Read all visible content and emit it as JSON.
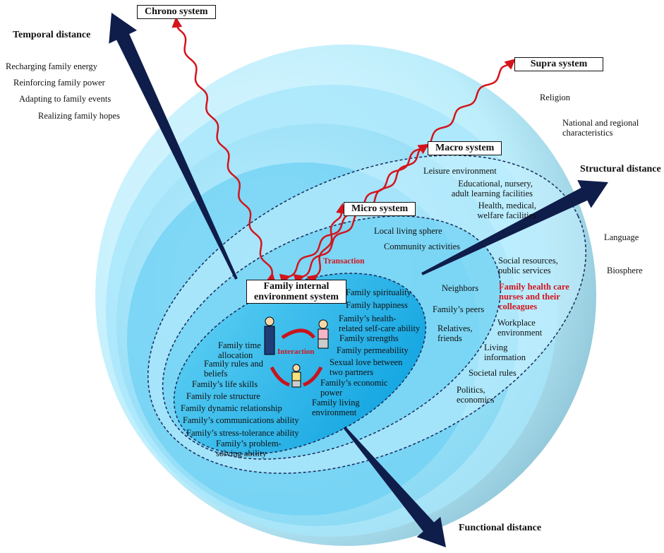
{
  "systems": {
    "chrono": "Chrono system",
    "supra": "Supra system",
    "macro": "Macro system",
    "micro": "Micro system",
    "family": "Family internal\nenvironment system"
  },
  "axes": {
    "temporal": "Temporal distance",
    "structural": "Structural distance",
    "functional": "Functional distance"
  },
  "temporal_items": [
    "Recharging family energy",
    "Reinforcing family power",
    "Adapting to family events",
    "Realizing family hopes"
  ],
  "supra_items": [
    "Religion",
    "National and regional\ncharacteristics",
    "Language",
    "Biosphere"
  ],
  "macro_items": [
    "Leisure environment",
    "Educational, nursery,\nadult learning facilities",
    "Health, medical,\nwelfare facilities",
    "Social resources,\npublic services",
    "Family health care\nnurses and their\ncolleagues",
    "Workplace\nenvironment",
    "Living\ninformation",
    "Societal rules",
    "Politics,\neconomics"
  ],
  "micro_items": [
    "Local living sphere",
    "Community activities",
    "Neighbors",
    "Family’s peers",
    "Relatives,\nfriends"
  ],
  "family_right": [
    "Family spirituality",
    "Family happiness",
    "Family’s health-\nrelated self-care ability",
    "Family strengths",
    "Family permeability",
    "Sexual love between\ntwo partners",
    "Family’s economic\npower",
    "Family living\nenvironment"
  ],
  "family_left": [
    "Family time\nallocation",
    "Family rules and\nbeliefs",
    "Family’s life skills",
    "Family role structure",
    "Family dynamic relationship",
    "Family’s communications ability",
    "Family’s stress-tolerance ability",
    "Family’s problem-\nsolving ability"
  ],
  "labels": {
    "transaction": "Transaction",
    "interaction": "Interaction"
  },
  "colors": {
    "arrow": "#0f1d4a",
    "wave": "#d4141c",
    "sphere": "#bfefff",
    "core": "#19aee6"
  }
}
